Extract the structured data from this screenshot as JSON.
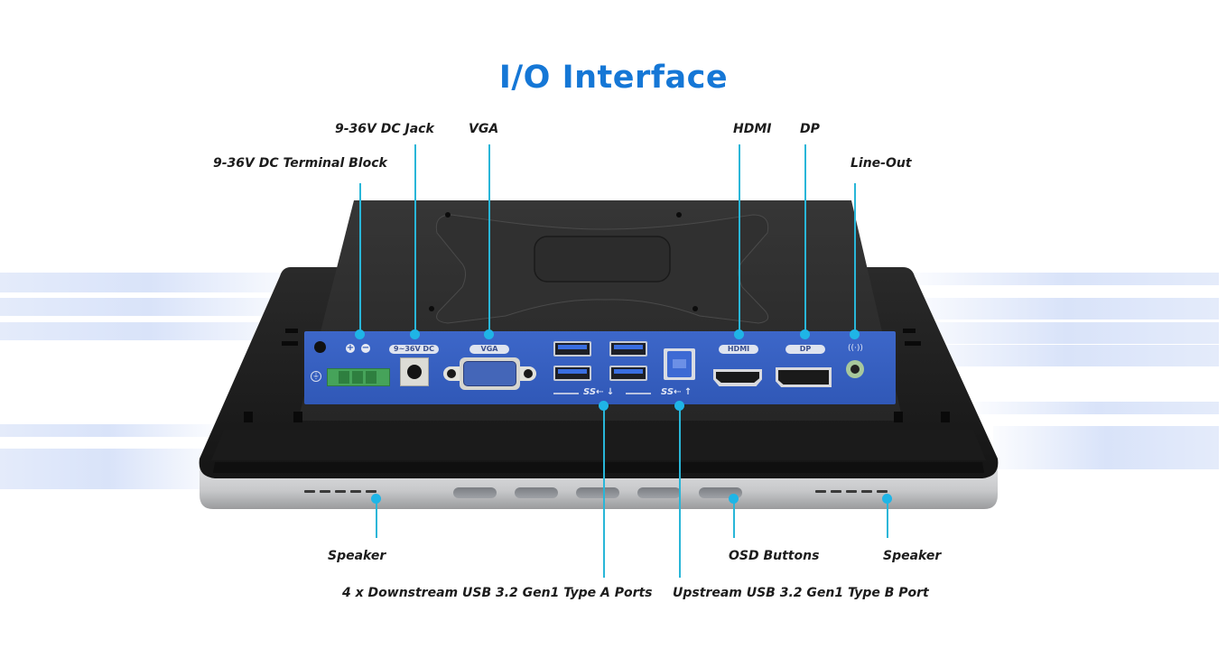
{
  "title": "I/O Interface",
  "colors": {
    "title": "#1577d6",
    "leader_line": "#29b6d8",
    "io_panel": "#3a62c2",
    "bezel": "#1f1f1f",
    "aluminum": "#c9cacc"
  },
  "top_labels": [
    {
      "id": "terminal-block",
      "text": "9-36V DC Terminal Block"
    },
    {
      "id": "dc-jack",
      "text": "9-36V DC Jack"
    },
    {
      "id": "vga",
      "text": "VGA"
    },
    {
      "id": "hdmi",
      "text": "HDMI"
    },
    {
      "id": "dp",
      "text": "DP"
    },
    {
      "id": "line-out",
      "text": "Line-Out"
    }
  ],
  "bottom_labels": [
    {
      "id": "speaker-left",
      "text": "Speaker"
    },
    {
      "id": "usb-a",
      "text": "4 x Downstream USB 3.2 Gen1 Type A Ports"
    },
    {
      "id": "usb-b",
      "text": "Upstream USB 3.2 Gen1 Type B Port"
    },
    {
      "id": "osd",
      "text": "OSD Buttons"
    },
    {
      "id": "speaker-right",
      "text": "Speaker"
    }
  ],
  "panel_markings": {
    "dc_jack": "9~36V DC",
    "vga": "VGA",
    "hdmi": "HDMI",
    "dp": "DP",
    "usb_down": "SS⇠ ↓",
    "usb_up": "SS⇠ ↑",
    "plus": "+",
    "minus": "−"
  }
}
